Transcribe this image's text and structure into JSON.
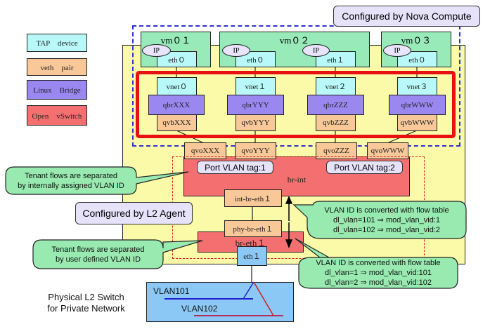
{
  "legend": [
    {
      "label": "TAP　device",
      "color": "#b8f8f8"
    },
    {
      "label": "veth　pair",
      "color": "#f8c898"
    },
    {
      "label": "Linux　Bridge",
      "color": "#9a88f0"
    },
    {
      "label": "Open　vSwitch",
      "color": "#f47070"
    }
  ],
  "nova_label": "Configured by Nova Compute",
  "l2_label": "Configured by L2 Agent",
  "vms": [
    {
      "name": "vm０１",
      "ip": "IP",
      "eth": "eth０"
    },
    {
      "name": "vm０２",
      "ip": "IP",
      "eth": "eth０",
      "ip2": "IP",
      "eth2": "eth１"
    },
    {
      "name": "vm０３",
      "ip": "IP",
      "eth": "eth０"
    }
  ],
  "columns": [
    {
      "vnet": "vnet０",
      "qbr": "qbrXXX",
      "qvb": "qvbXXX",
      "qvo": "qvoXXX"
    },
    {
      "vnet": "vnet１",
      "qbr": "qbrYYY",
      "qvb": "qvbYYY",
      "qvo": "qvoYYY"
    },
    {
      "vnet": "vnet２",
      "qbr": "qbrZZZ",
      "qvb": "qvbZZZ",
      "qvo": "qvoZZZ"
    },
    {
      "vnet": "vnet３",
      "qbr": "qbrWWW",
      "qvb": "qvbWWW",
      "qvo": "qvoWWW"
    }
  ],
  "br_int": {
    "name": "br-int",
    "tag1": "Port VLAN tag:1",
    "tag2": "Port VLAN tag:2",
    "port": "int-br-eth１"
  },
  "br_eth": {
    "name": "br-eth１",
    "port": "phy-br-eth１",
    "eth": "eth１"
  },
  "callouts": {
    "internal": [
      "Tenant flows are separated",
      "by internally assigned VLAN ID"
    ],
    "user": [
      "Tenant flows are separated",
      "by user defined VLAN ID"
    ],
    "flow_up": [
      "VLAN ID is converted with flow table",
      "dl_vlan=101 ⇒ mod_vlan_vid:1",
      "dl_vlan=102 ⇒ mod_vlan_vid:2"
    ],
    "flow_down": [
      "VLAN ID is converted with flow table",
      "dl_vlan=1 ⇒ mod_vlan_vid:101",
      "dl_vlan=2 ⇒ mod_vlan_vid:102"
    ]
  },
  "switch": {
    "title": [
      "Physical L2 Switch",
      "for Private Network"
    ],
    "vlan1": "VLAN101",
    "vlan2": "VLAN102"
  }
}
